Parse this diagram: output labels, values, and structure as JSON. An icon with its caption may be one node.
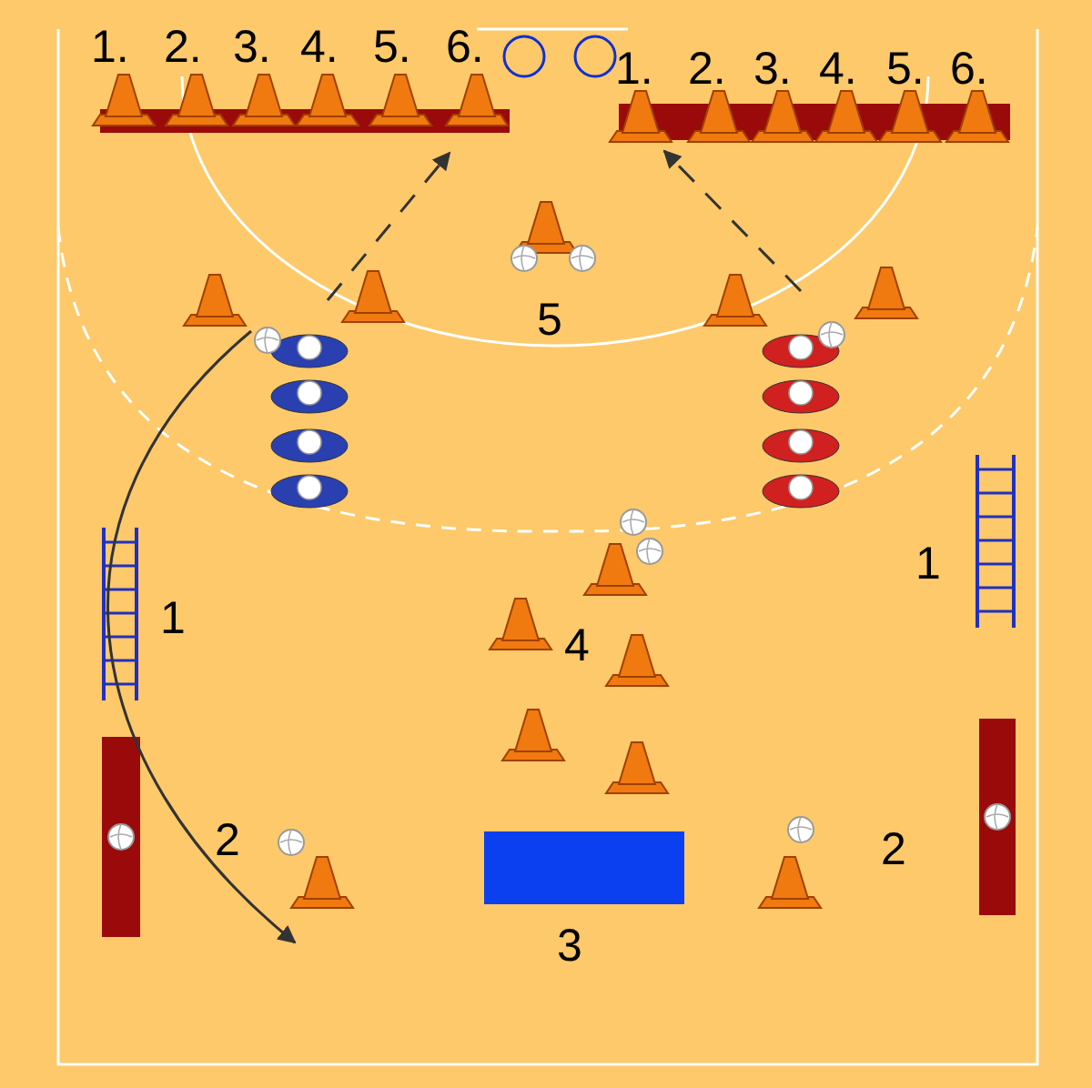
{
  "diagram": {
    "labels": [
      "1.",
      "2.",
      "3.",
      "4.",
      "5.",
      "6.",
      "1.",
      "2.",
      "3.",
      "4.",
      "5.",
      "6.",
      "5",
      "1",
      "1",
      "4",
      "2",
      "2",
      "3"
    ]
  }
}
